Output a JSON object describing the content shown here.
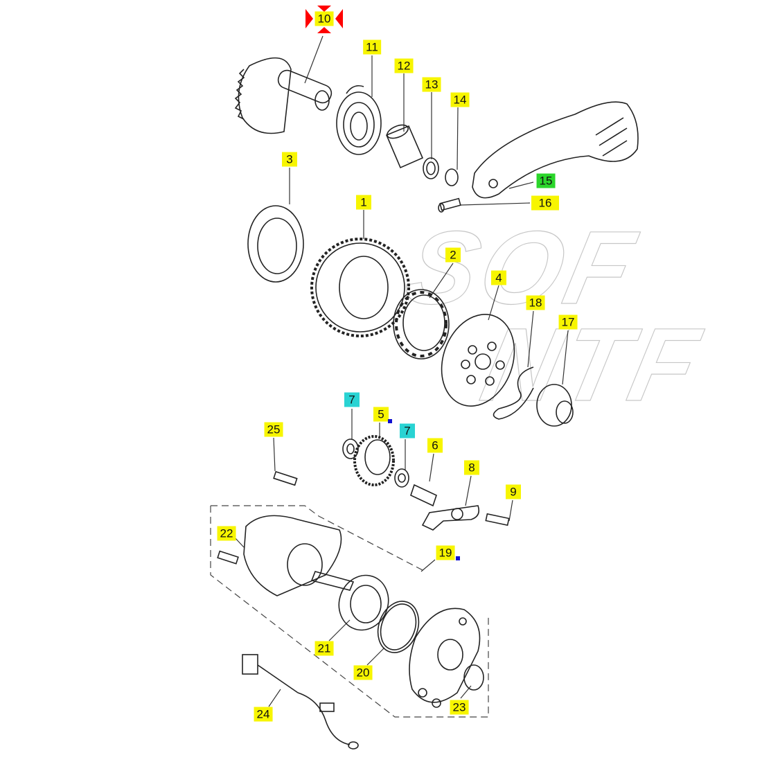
{
  "diagram": {
    "watermark": {
      "line1": "SOF",
      "line2": "NTF"
    },
    "colors": {
      "highlight": "#f7f500",
      "cyan": "#29d3d3",
      "green": "#2bd62b",
      "selected_marker": "#ff0000",
      "note_dot": "#1010d0"
    },
    "callouts": {
      "p10": "10",
      "p11": "11",
      "p12": "12",
      "p13": "13",
      "p14": "14",
      "p15": "15",
      "p16": "16",
      "p3": "3",
      "p1": "1",
      "p2": "2",
      "p4": "4",
      "p18": "18",
      "p17": "17",
      "p7a": "7",
      "p5": "5",
      "p7b": "7",
      "p6": "6",
      "p8": "8",
      "p25": "25",
      "p9": "9",
      "p22": "22",
      "p19": "19",
      "p21": "21",
      "p20": "20",
      "p23": "23",
      "p24": "24"
    }
  }
}
